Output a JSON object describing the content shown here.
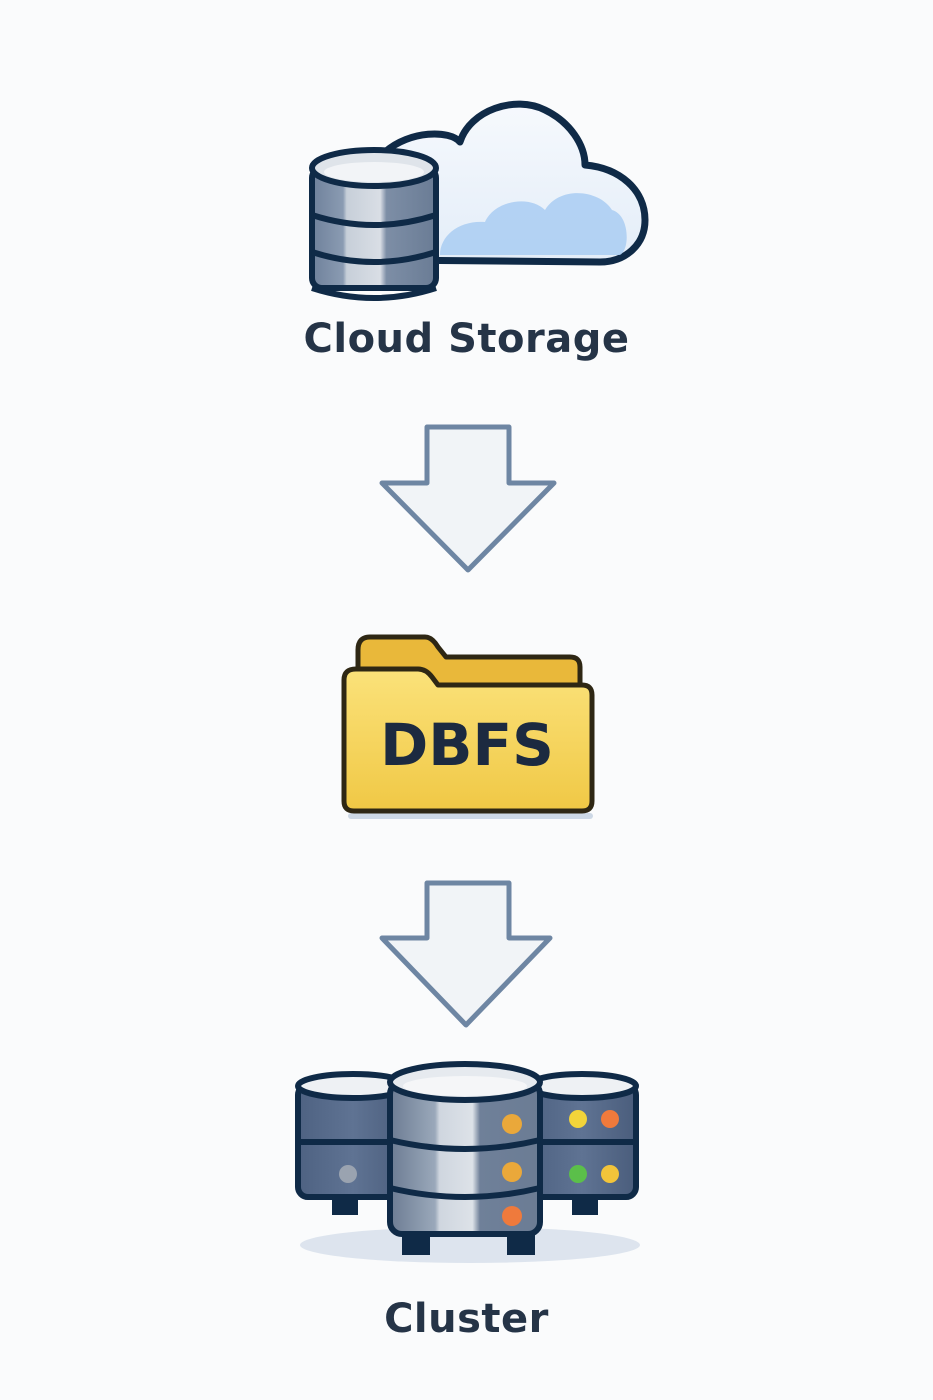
{
  "diagram": {
    "type": "vertical-flow",
    "nodes": [
      {
        "id": "cloud-storage",
        "label": "Cloud Storage",
        "icon": "cloud-database-icon"
      },
      {
        "id": "dbfs",
        "label": "DBFS",
        "icon": "folder-icon"
      },
      {
        "id": "cluster",
        "label": "Cluster",
        "icon": "server-cluster-icon"
      }
    ],
    "edges": [
      {
        "from": "cloud-storage",
        "to": "dbfs",
        "icon": "arrow-down-icon"
      },
      {
        "from": "dbfs",
        "to": "cluster",
        "icon": "arrow-down-icon"
      }
    ]
  },
  "colors": {
    "outline": "#0f2a47",
    "label_text": "#253447",
    "cloud_fill": "#eef4fb",
    "cloud_inner": "#a9cdf2",
    "folder_fill": "#f7d65a",
    "folder_tab": "#e9b83a",
    "arrow_stroke": "#6e86a3",
    "arrow_fill": "#f1f4f7",
    "led_orange": "#eaa83a",
    "led_red": "#ef7a3c",
    "led_yellow": "#f2d43a",
    "led_green": "#5bbf4a",
    "led_grey": "#9aa3b0"
  }
}
